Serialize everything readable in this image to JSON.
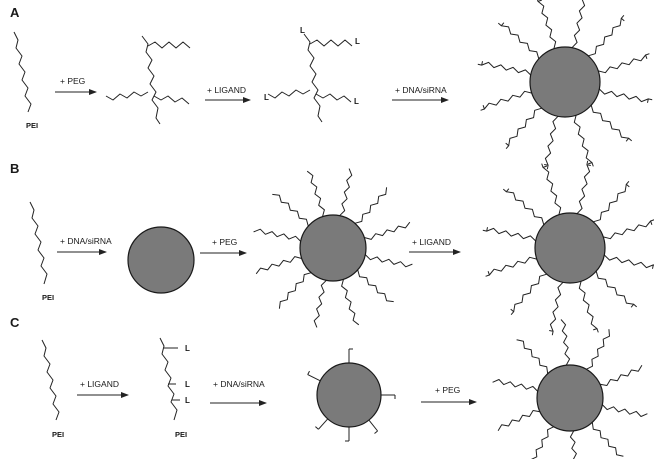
{
  "panels": [
    {
      "letter": "A",
      "steps": [
        "+ PEG",
        "+ LIGAND",
        "+ DNA/siRNA"
      ],
      "mol_labels": [
        "PEI"
      ]
    },
    {
      "letter": "B",
      "steps": [
        "+ DNA/siRNA",
        "+ PEG",
        "+ LIGAND"
      ],
      "mol_labels": [
        "PEI"
      ]
    },
    {
      "letter": "C",
      "steps": [
        "+ LIGAND",
        "+ DNA/siRNA",
        "+ PEG"
      ],
      "mol_labels": [
        "PEI",
        "PEI"
      ]
    }
  ],
  "ligand_mark": "L",
  "colors": {
    "particle": "#7a7a7a",
    "ink": "#222222",
    "background": "#ffffff"
  }
}
